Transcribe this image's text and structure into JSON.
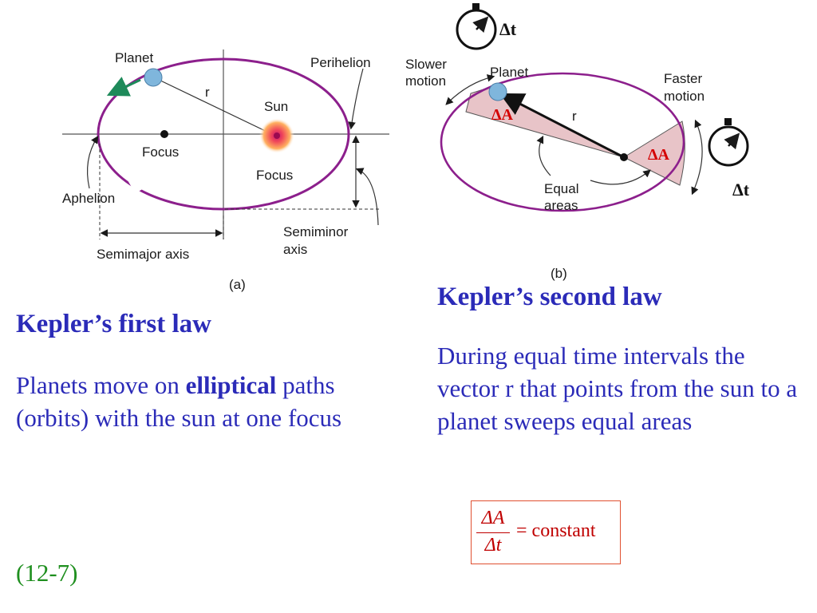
{
  "figure_a": {
    "labels": {
      "planet": "Planet",
      "r": "r",
      "sun": "Sun",
      "perihelion": "Perihelion",
      "focus_left": "Focus",
      "focus_right": "Focus",
      "aphelion": "Aphelion",
      "semimajor": "Semimajor axis",
      "semiminor_1": "Semiminor",
      "semiminor_2": "axis",
      "tag": "(a)"
    },
    "colors": {
      "orbit": "#8c1f8c",
      "planet": "#7fb6dc",
      "motion_arrow": "#1e8a5a",
      "sun_core": "#e0206a",
      "sun_glow": "#ff9a3c"
    }
  },
  "figure_b": {
    "labels": {
      "delta_t_top": "Δt",
      "slower_1": "Slower",
      "slower_2": "motion",
      "planet": "Planet",
      "delta_a_left": "ΔA",
      "r": "r",
      "faster_1": "Faster",
      "faster_2": "motion",
      "delta_a_right": "ΔA",
      "equal_1": "Equal",
      "equal_2": "areas",
      "delta_t_right": "Δt",
      "tag": "(b)"
    },
    "colors": {
      "orbit": "#8c1f8c",
      "sector_fill": "#e8c4c8",
      "delta_a": "#d40000"
    }
  },
  "first_law": {
    "heading": "Kepler’s first law",
    "text_before": "Planets move on ",
    "text_bold": "elliptical",
    "text_after": " paths (orbits) with the sun at one focus"
  },
  "second_law": {
    "heading": "Kepler’s second law",
    "text": "During equal time intervals the vector r that points from the sun to a planet sweeps equal areas"
  },
  "formula": {
    "numerator": "ΔA",
    "denominator": "Δt",
    "rhs": "= constant"
  },
  "page_ref": "(12-7)"
}
